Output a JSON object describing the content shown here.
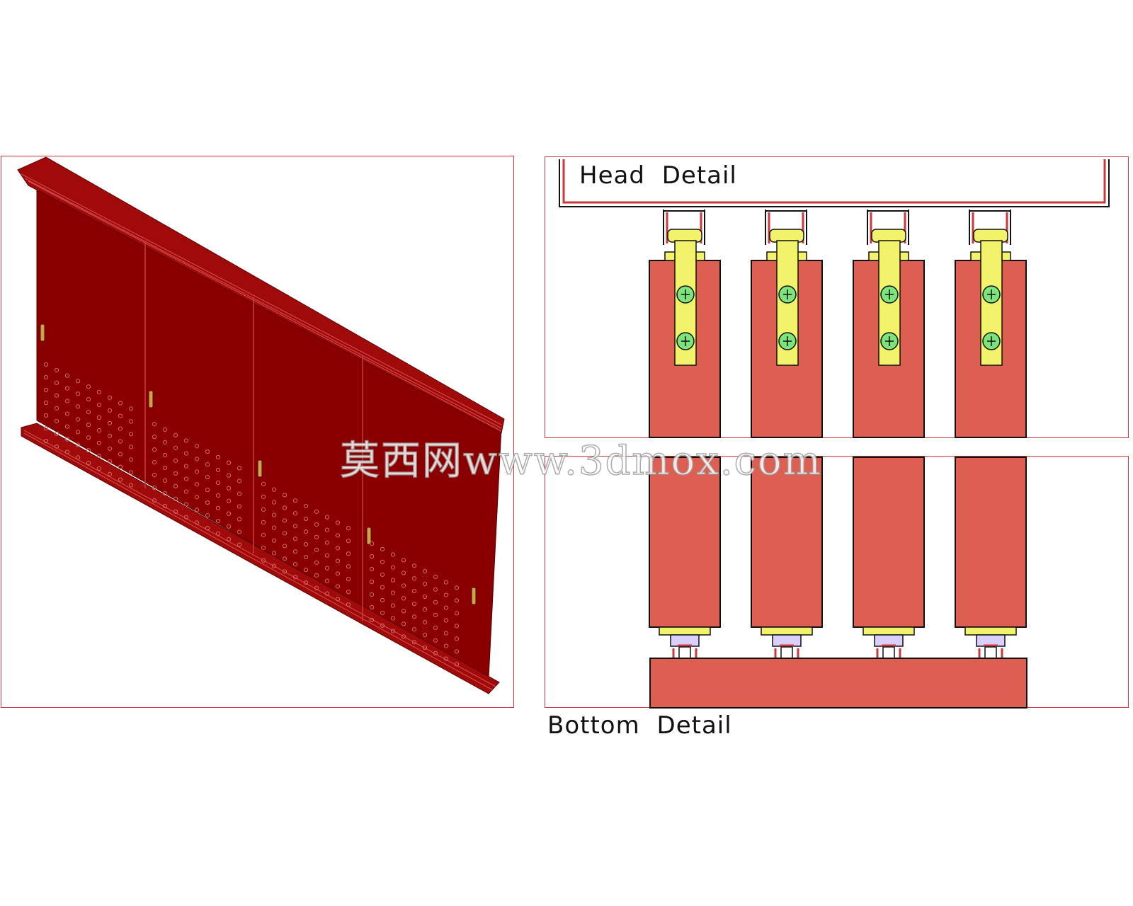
{
  "labels": {
    "head_detail": "Head  Detail",
    "bottom_detail": "Bottom  Detail"
  },
  "watermark": {
    "text": "莫西网www.3dmox.com"
  },
  "colors": {
    "door_dark": "#8a0000",
    "door_panel": "#dc5f52",
    "bracket_yellow": "#f3f36b",
    "screw_green": "#7be57b",
    "frame_line": "#c8383c",
    "handle": "#c9a64a"
  }
}
